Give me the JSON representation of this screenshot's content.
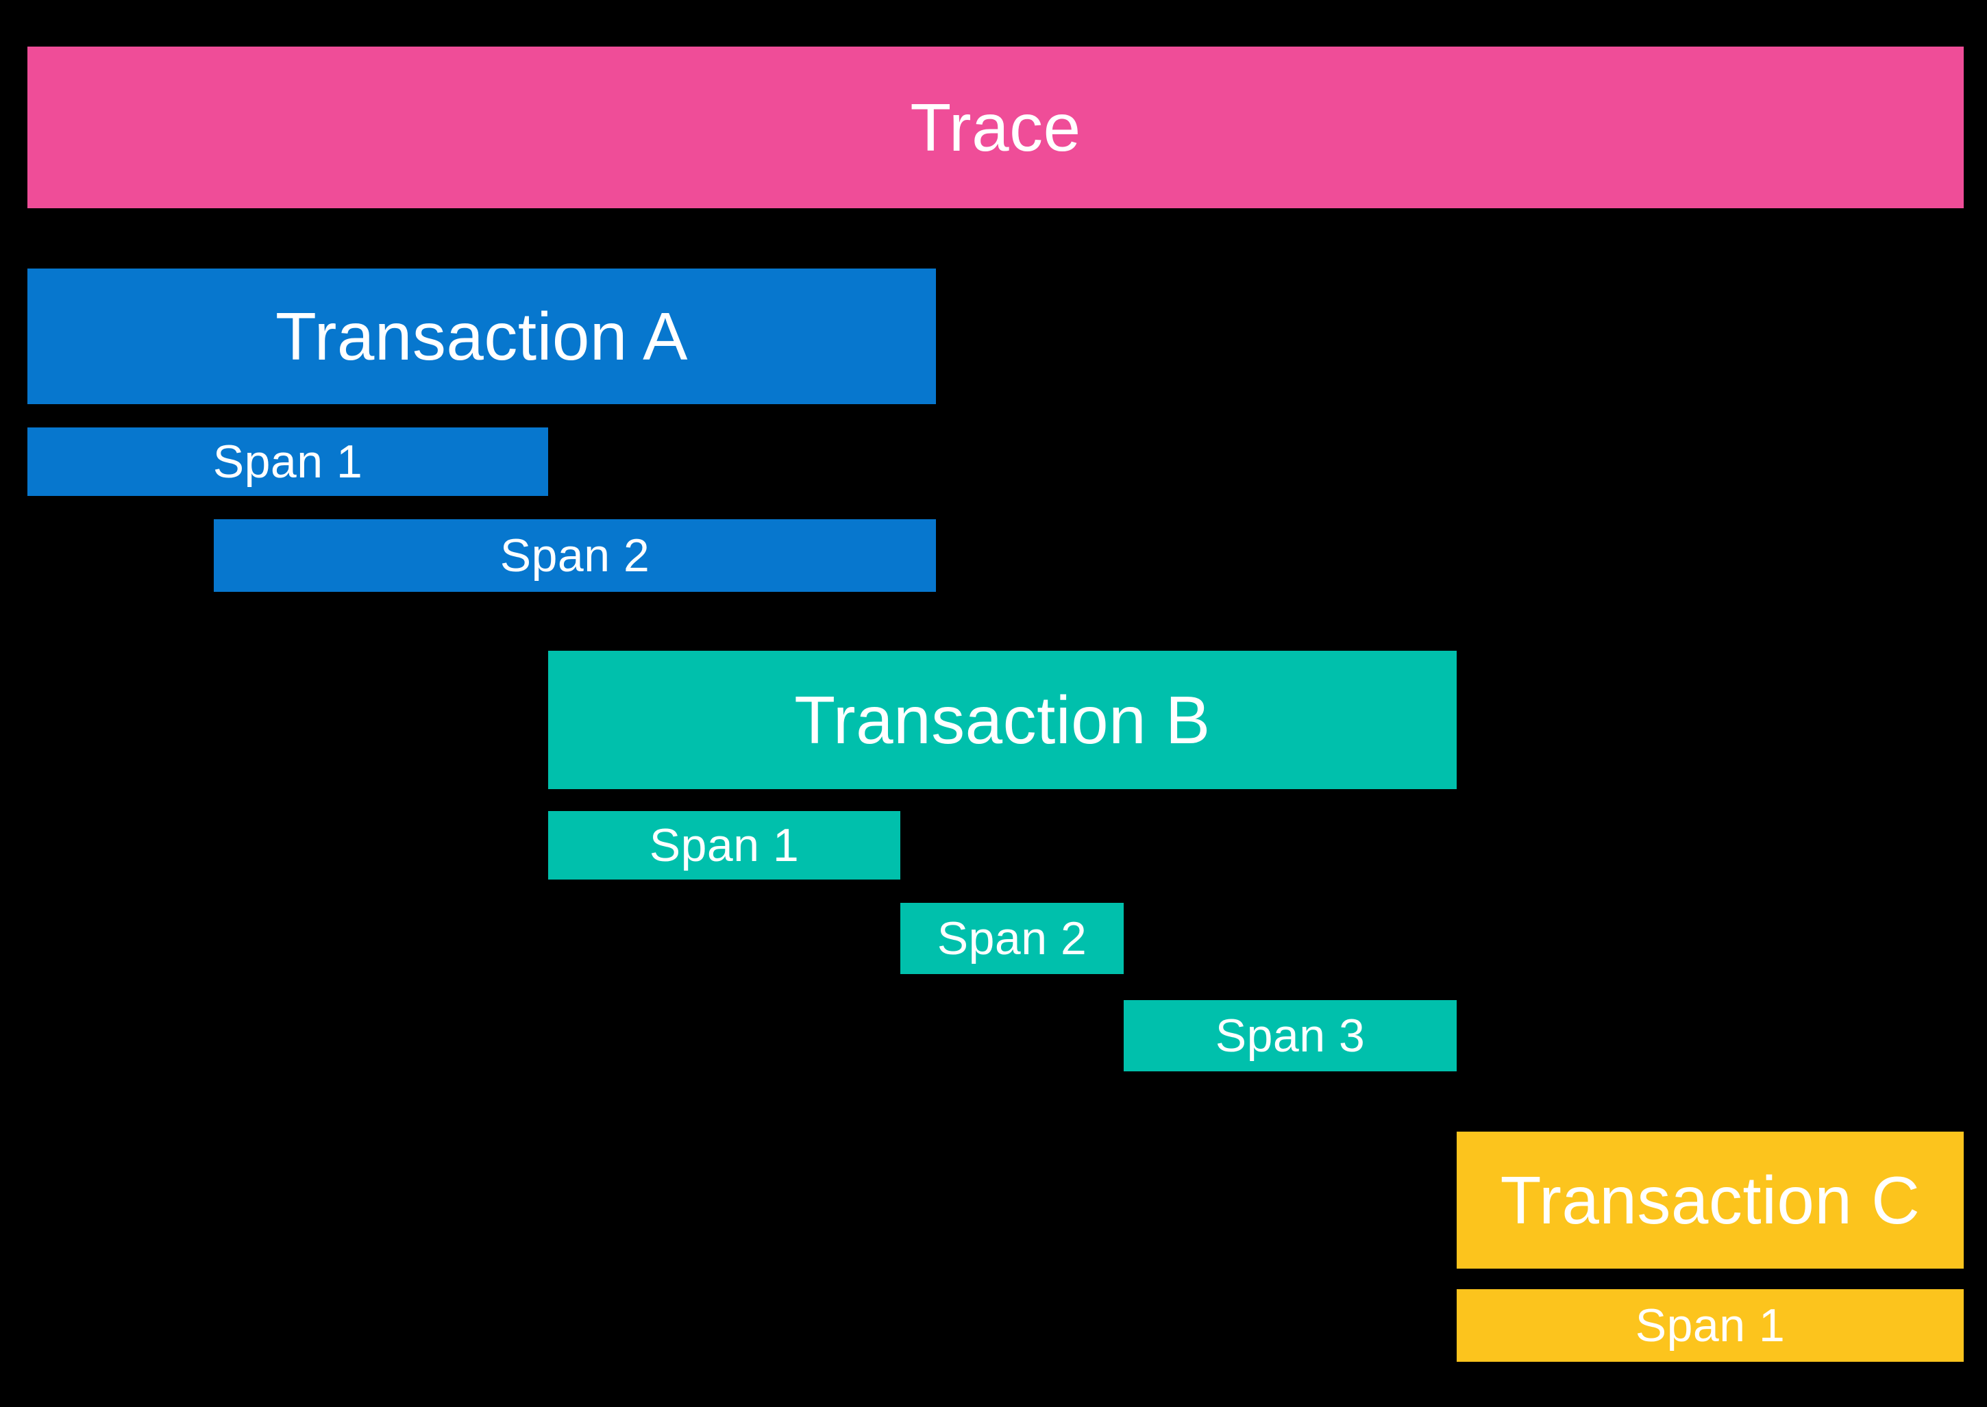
{
  "colors": {
    "background": "#000000",
    "text": "#ffffff",
    "trace": "#ef4d98",
    "transaction_a": "#0777ce",
    "transaction_b": "#00c0ac",
    "transaction_c": "#fcc41d"
  },
  "trace": {
    "label": "Trace"
  },
  "transaction_a": {
    "label": "Transaction A",
    "spans": [
      {
        "label": "Span 1"
      },
      {
        "label": "Span 2"
      }
    ]
  },
  "transaction_b": {
    "label": "Transaction B",
    "spans": [
      {
        "label": "Span 1"
      },
      {
        "label": "Span 2"
      },
      {
        "label": "Span 3"
      }
    ]
  },
  "transaction_c": {
    "label": "Transaction C",
    "spans": [
      {
        "label": "Span 1"
      }
    ]
  }
}
